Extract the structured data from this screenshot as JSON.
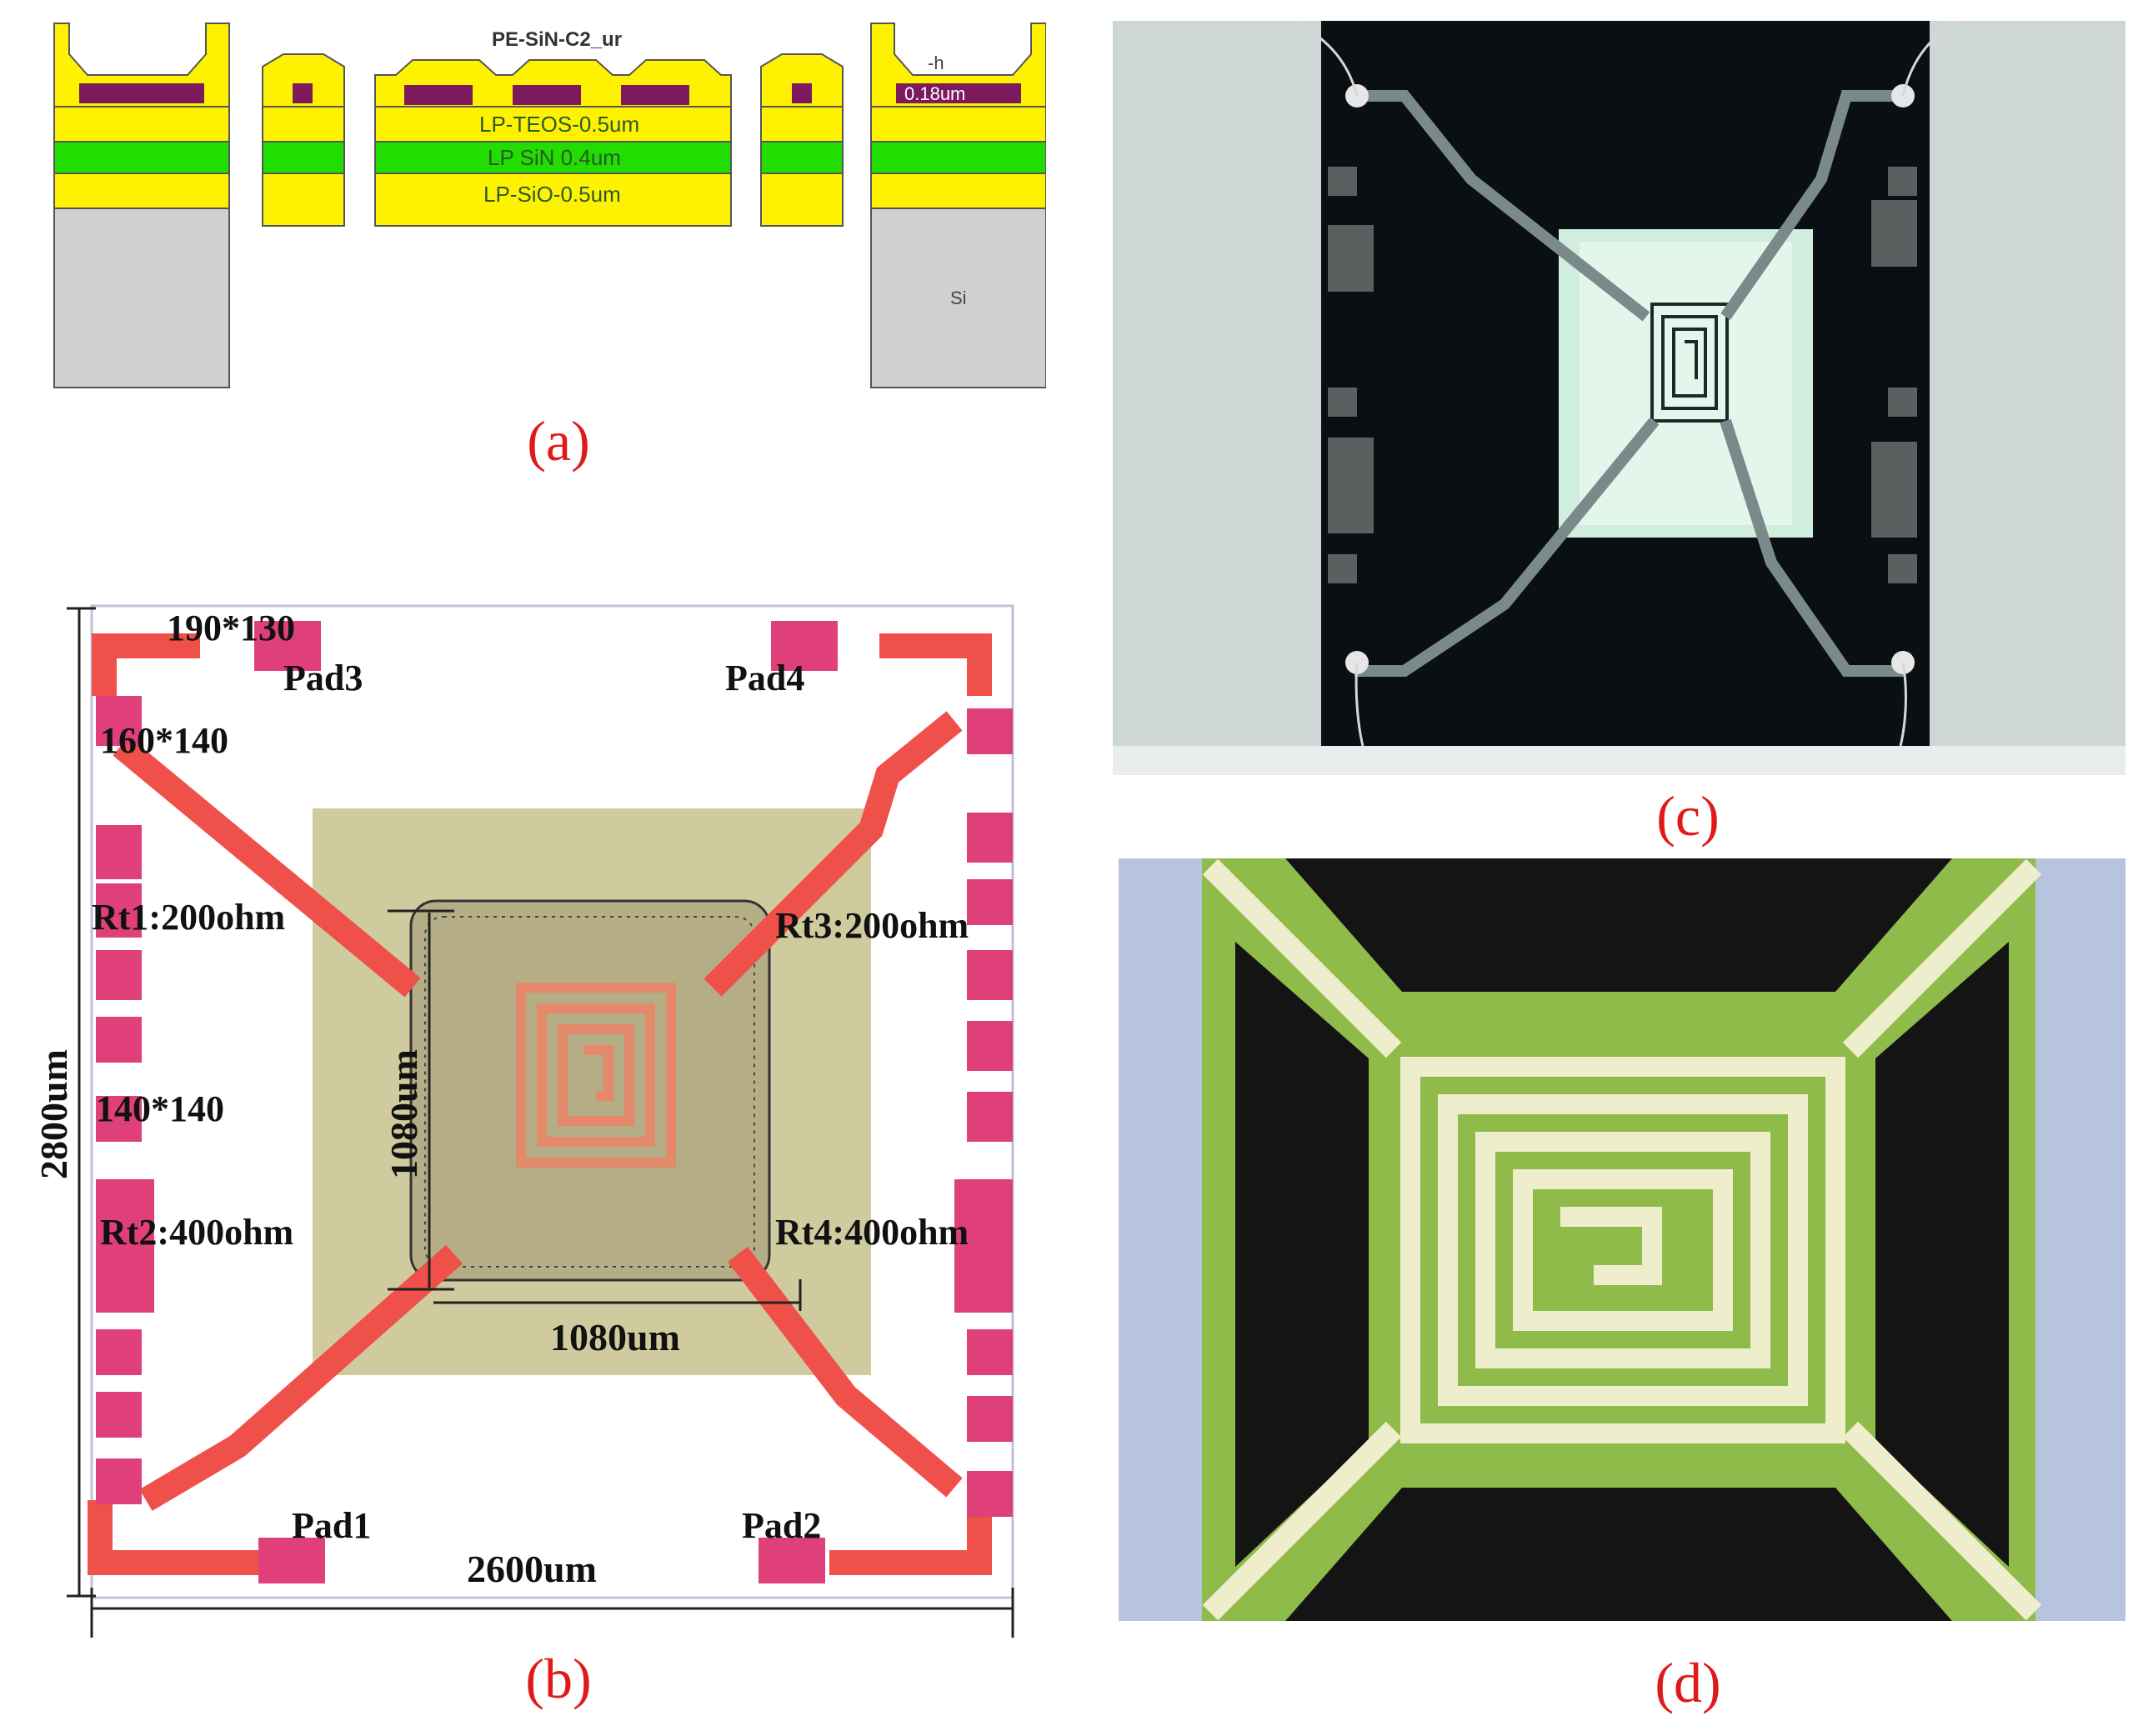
{
  "panel_a": {
    "caption": "(a)",
    "top_layer_label": "PE-SiN-C2_ur",
    "layers": {
      "teos": "LP-TEOS-0.5um",
      "sin": "LP SiN 0.4um",
      "sio": "LP-SiO-0.5um"
    },
    "metal_label": "0.18um",
    "metal_tag": "-h",
    "substrate_label": "Si"
  },
  "panel_b": {
    "caption": "(b)",
    "pad_labels": [
      "Pad3",
      "Pad4",
      "Pad1",
      "Pad2"
    ],
    "size_labels": [
      "190*130",
      "160*140",
      "140*140"
    ],
    "resistors": [
      "Rt1:200ohm",
      "Rt2:400ohm",
      "Rt3:200ohm",
      "Rt4:400ohm"
    ],
    "dim_height": "2800um",
    "dim_width": "2600um",
    "inner_height": "1080um",
    "inner_width": "1080um"
  },
  "panel_c": {
    "caption": "(c)"
  },
  "panel_d": {
    "caption": "(d)"
  },
  "colors": {
    "layer_yellow": "#fff200",
    "layer_green": "#22dd00",
    "metal_purple": "#7d1a5e",
    "trace_red": "#f0504a",
    "pad_pink": "#e0407a",
    "membrane_olive": "#c8c498",
    "caption_red": "#e01a1a",
    "chip_green": "#8fbb4a",
    "slide_blue": "#b7c4dd"
  }
}
